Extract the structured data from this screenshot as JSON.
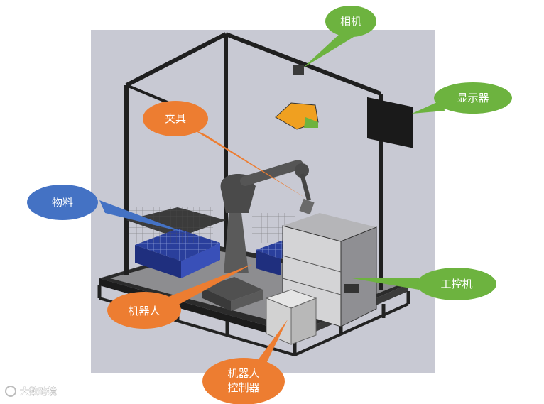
{
  "callouts": {
    "camera": "相机",
    "display": "显示器",
    "fixture": "夹具",
    "material": "物料",
    "ipc": "工控机",
    "robot": "机器人",
    "controller_line1": "机器人",
    "controller_line2": "控制器"
  },
  "watermark": "大数跨境",
  "colors": {
    "green": "#6db33f",
    "orange": "#ed7d31",
    "blue": "#4472c4",
    "backdrop": "#c8c9d3"
  }
}
